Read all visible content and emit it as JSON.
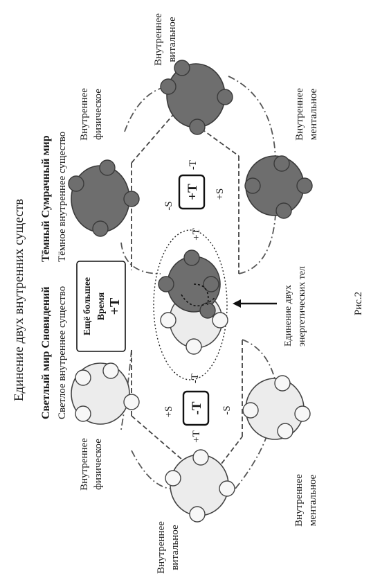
{
  "title": "Единение двух внутренних существ",
  "figure_caption": "Рис.2",
  "light_world": {
    "heading": "Светлый мир Сновидений",
    "subheading": "Светлое внутреннее существо",
    "center_symbol": "-T",
    "signs": {
      "plus_t": "+T",
      "minus_t": "-T",
      "plus_s": "+S",
      "minus_s": "-S"
    },
    "labels": {
      "physical": [
        "Внутреннее",
        "физическое"
      ],
      "vital": [
        "Внутреннее",
        "витальное"
      ],
      "mental": [
        "Внутреннее",
        "ментальное"
      ]
    }
  },
  "dark_world": {
    "heading": "Тёмный Сумрачный мир",
    "subheading": "Тёмное внутреннее существо",
    "center_symbol": "+T",
    "signs": {
      "plus_t": "+T",
      "minus_t": "-T",
      "plus_s": "+S",
      "minus_s": "-S"
    },
    "labels": {
      "physical": [
        "Внутреннее",
        "физическое"
      ],
      "vital": [
        "Внутреннее",
        "витальное"
      ],
      "mental": [
        "Внутреннее",
        "ментальное"
      ]
    }
  },
  "time_box": {
    "line1": "Ещё большее",
    "line2": "Время",
    "line3": "+T"
  },
  "union_label": [
    "Единение двух",
    "энергетических тел"
  ]
}
